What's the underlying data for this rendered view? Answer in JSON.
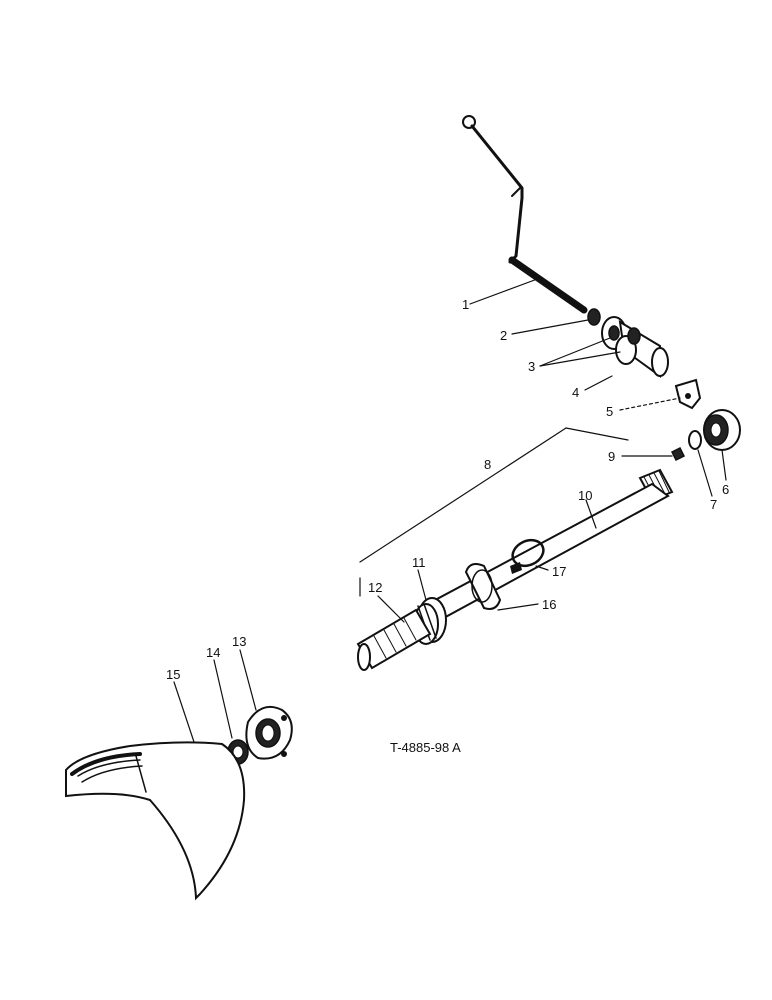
{
  "diagram": {
    "reference_code": "T-4885-98 A",
    "callouts": [
      {
        "id": "1",
        "label": "1"
      },
      {
        "id": "2",
        "label": "2"
      },
      {
        "id": "3",
        "label": "3"
      },
      {
        "id": "4",
        "label": "4"
      },
      {
        "id": "5",
        "label": "5"
      },
      {
        "id": "6",
        "label": "6"
      },
      {
        "id": "7",
        "label": "7"
      },
      {
        "id": "8",
        "label": "8"
      },
      {
        "id": "9",
        "label": "9"
      },
      {
        "id": "10",
        "label": "10"
      },
      {
        "id": "11",
        "label": "11"
      },
      {
        "id": "12",
        "label": "12"
      },
      {
        "id": "13",
        "label": "13"
      },
      {
        "id": "14",
        "label": "14"
      },
      {
        "id": "15",
        "label": "15"
      },
      {
        "id": "16",
        "label": "16"
      },
      {
        "id": "17",
        "label": "17"
      }
    ]
  }
}
